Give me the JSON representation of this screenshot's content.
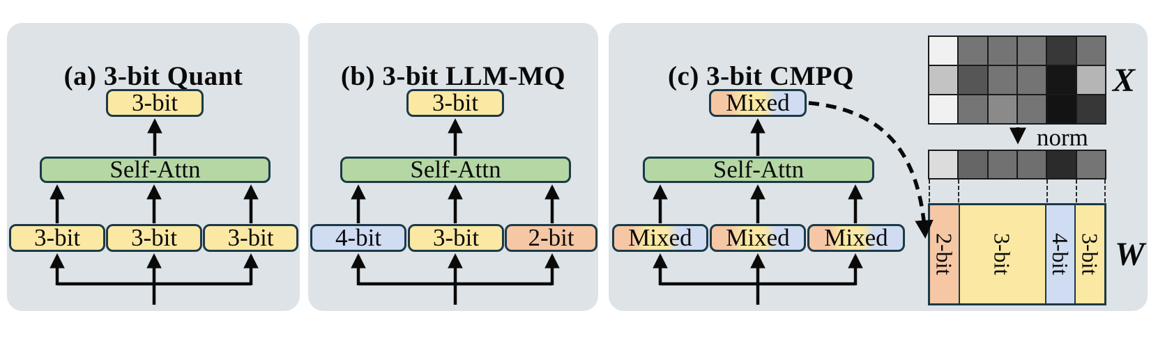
{
  "panels": [
    {
      "title": "(a) 3-bit Quant",
      "output": {
        "label": "3-bit",
        "color": "#fbe8a3"
      },
      "attn": {
        "label": "Self-Attn",
        "color": "#b5d7a4"
      },
      "inputs": [
        {
          "label": "3-bit",
          "color": "#fbe8a3"
        },
        {
          "label": "3-bit",
          "color": "#fbe8a3"
        },
        {
          "label": "3-bit",
          "color": "#fbe8a3"
        }
      ]
    },
    {
      "title": "(b) 3-bit LLM-MQ",
      "output": {
        "label": "3-bit",
        "color": "#fbe8a3"
      },
      "attn": {
        "label": "Self-Attn",
        "color": "#b5d7a4"
      },
      "inputs": [
        {
          "label": "4-bit",
          "color": "#cfdcf1"
        },
        {
          "label": "3-bit",
          "color": "#fbe8a3"
        },
        {
          "label": "2-bit",
          "color": "#f5c7a5"
        }
      ]
    },
    {
      "title": "(c) 3-bit CMPQ",
      "output": {
        "label": "Mixed",
        "mixed": true
      },
      "attn": {
        "label": "Self-Attn",
        "color": "#b5d7a4"
      },
      "inputs": [
        {
          "label": "Mixed",
          "mixed": true
        },
        {
          "label": "Mixed",
          "mixed": true
        },
        {
          "label": "Mixed",
          "mixed": true
        }
      ]
    }
  ],
  "matrix": {
    "x_label": "X",
    "w_label": "W",
    "norm_label": "norm",
    "x_rows": [
      [
        "#f1f1f1",
        "#757575",
        "#747474",
        "#767676",
        "#383838",
        "#737373"
      ],
      [
        "#c3c3c3",
        "#565656",
        "#757575",
        "#747474",
        "#161616",
        "#b5b5b5"
      ],
      [
        "#f1f1f1",
        "#757575",
        "#8a8a8a",
        "#757575",
        "#131313",
        "#373737"
      ]
    ],
    "norm_rows": [
      [
        "#dcdcdc",
        "#666666",
        "#717171",
        "#6f6f6f",
        "#2b2b2b",
        "#757575"
      ]
    ],
    "w_columns": [
      {
        "label": "2-bit",
        "color": "#f5c7a5",
        "span": 1
      },
      {
        "label": "3-bit",
        "color": "#fbe8a3",
        "span": 3
      },
      {
        "label": "4-bit",
        "color": "#cfdcf1",
        "span": 1
      },
      {
        "label": "3-bit",
        "color": "#fbe8a3",
        "span": 1
      }
    ]
  },
  "colors": {
    "panel_bg": "#dde3e7",
    "box_border": "#1c3947",
    "yellow": "#fbe8a3",
    "green": "#b5d7a4",
    "blue": "#cfdcf1",
    "salmon": "#f5c7a5",
    "line": "#0a0a0a",
    "mixed_gradient": [
      "#f5c7a5",
      "#fbe8a3",
      "#cfdcf1"
    ]
  }
}
